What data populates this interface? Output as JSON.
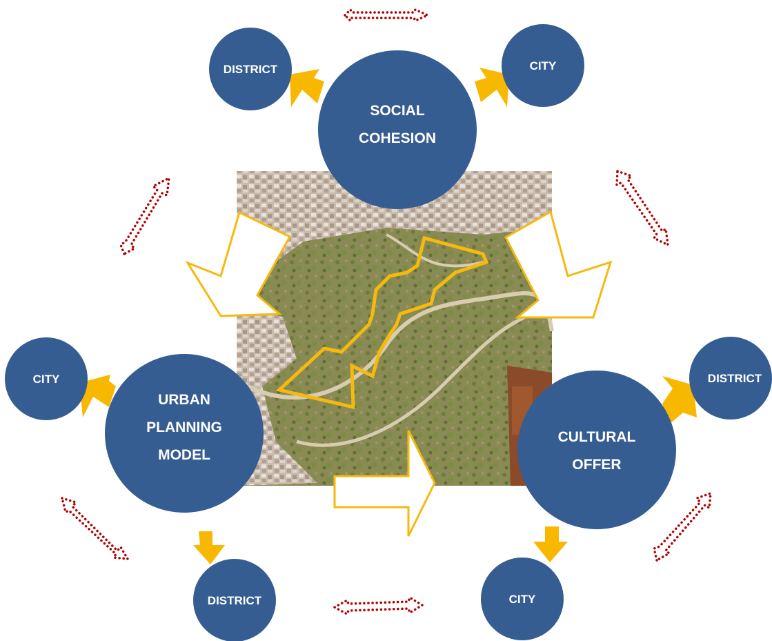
{
  "colors": {
    "node_fill": "#355d91",
    "arrow_gold": "#f8b800",
    "hollow_arrow_stroke": "#f5b90f",
    "dotted_red": "#b00000",
    "text": "#ffffff"
  },
  "center_image": {
    "description_icon": "aerial-photo-fortress"
  },
  "nodes": {
    "social_cohesion": {
      "lines": [
        "SOCIAL",
        "COHESION"
      ]
    },
    "urban_planning_model": {
      "lines": [
        "URBAN",
        "PLANNING",
        "MODEL"
      ]
    },
    "cultural_offer": {
      "lines": [
        "CULTURAL",
        "OFFER"
      ]
    },
    "top_left": {
      "label": "DISTRICT"
    },
    "top_right": {
      "label": "CITY"
    },
    "left": {
      "label": "CITY"
    },
    "bottom_left": {
      "label": "DISTRICT"
    },
    "right": {
      "label": "DISTRICT"
    },
    "bottom_right": {
      "label": "CITY"
    }
  }
}
